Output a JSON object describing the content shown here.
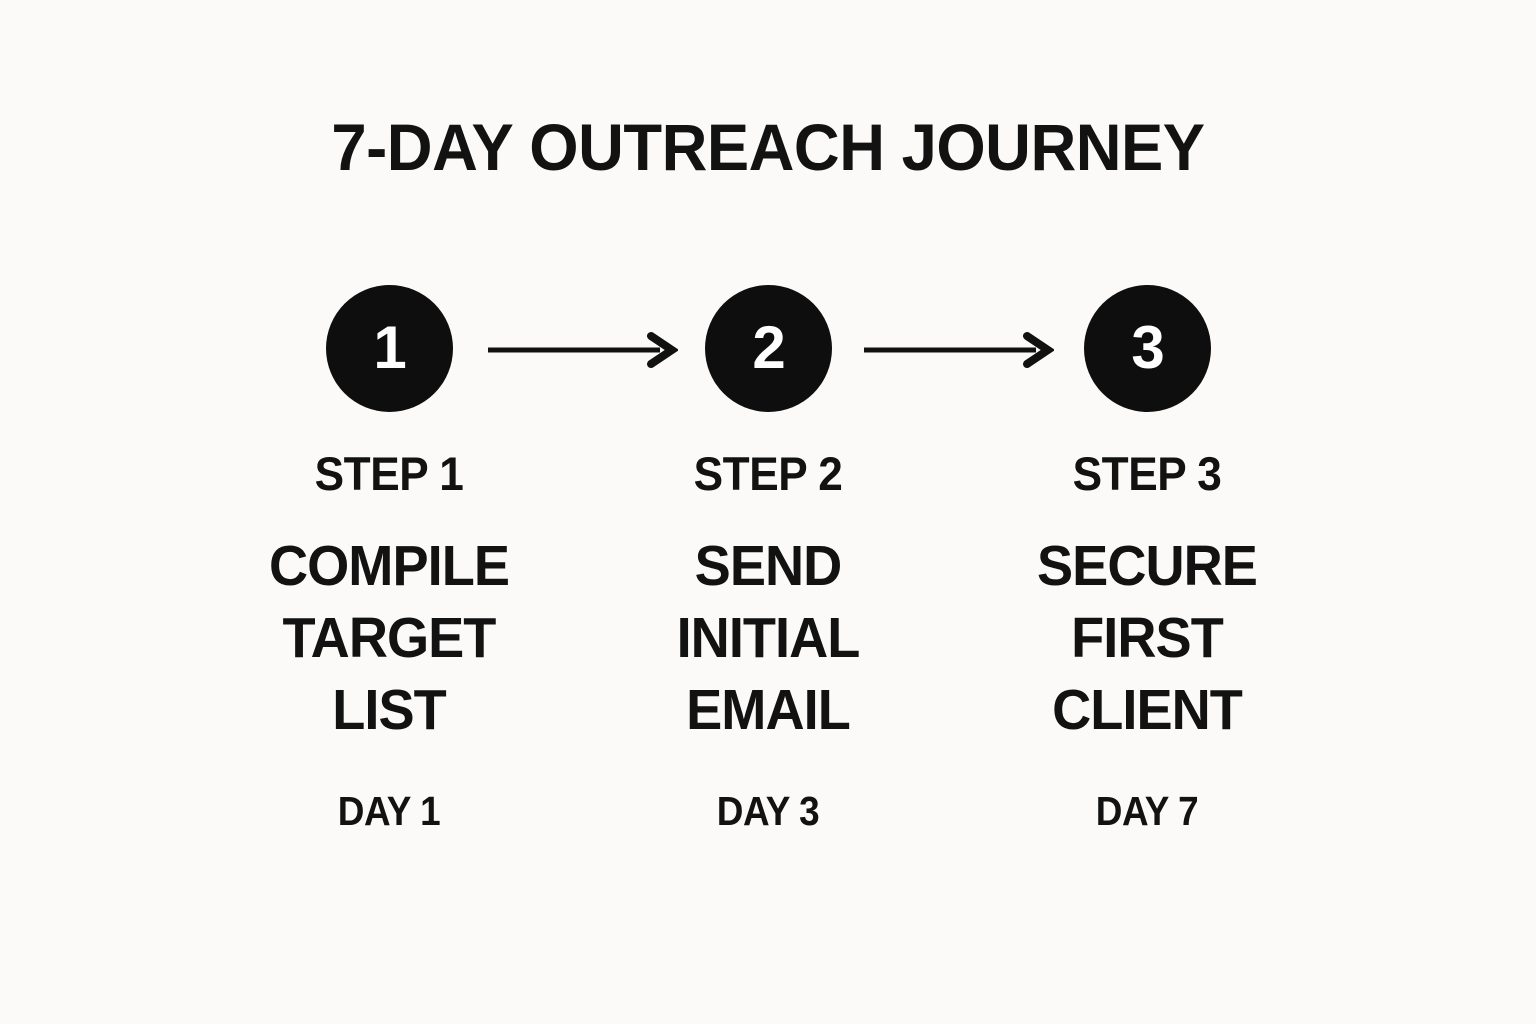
{
  "meta": {
    "background_color": "#fbfaf8",
    "ink_color": "#121212",
    "node_fill_color": "#0e0e0e",
    "node_text_color": "#ffffff"
  },
  "header": {
    "title": "7-DAY OUTREACH JOURNEY"
  },
  "flow": {
    "nodes": [
      {
        "number": "1",
        "icon": "numbered-circle-icon"
      },
      {
        "number": "2",
        "icon": "numbered-circle-icon"
      },
      {
        "number": "3",
        "icon": "numbered-circle-icon"
      }
    ],
    "connectors": [
      {
        "icon": "arrow-right-icon"
      },
      {
        "icon": "arrow-right-icon"
      }
    ]
  },
  "steps": [
    {
      "step_label": "STEP 1",
      "desc_lines": [
        "COMPILE",
        "TARGET",
        "LIST"
      ],
      "day_label": "DAY 1"
    },
    {
      "step_label": "STEP 2",
      "desc_lines": [
        "SEND",
        "INITIAL",
        "EMAIL"
      ],
      "day_label": "DAY 3"
    },
    {
      "step_label": "STEP 3",
      "desc_lines": [
        "SECURE",
        "FIRST",
        "CLIENT"
      ],
      "day_label": "DAY 7"
    }
  ]
}
